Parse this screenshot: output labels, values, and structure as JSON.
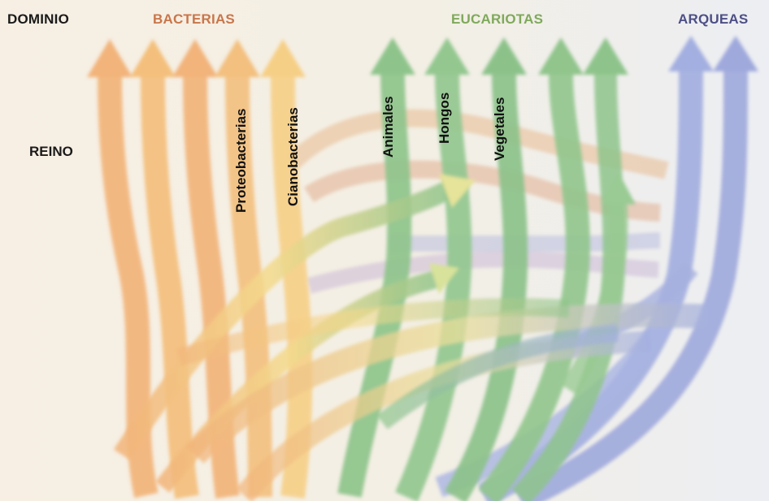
{
  "labels": {
    "dominio": "DOMINIO",
    "reino": "REINO"
  },
  "domains": [
    {
      "name": "BACTERIAS",
      "color": "#c9764a"
    },
    {
      "name": "EUCARIOTAS",
      "color": "#7fa95b"
    },
    {
      "name": "ARQUEAS",
      "color": "#4d4f86"
    }
  ],
  "kingdoms": {
    "bacterias": [
      "Proteobacterias",
      "Cianobacterias"
    ],
    "eucariotas": [
      "Animales",
      "Hongos",
      "Vegetales"
    ]
  },
  "colors": {
    "background": "#f6f0e6",
    "bacteria_stream": "#f2b47a",
    "bacteria_light": "#f7d08a",
    "eukaryote_stream": "#8ec48b",
    "archaea_stream": "#a3afe0"
  }
}
